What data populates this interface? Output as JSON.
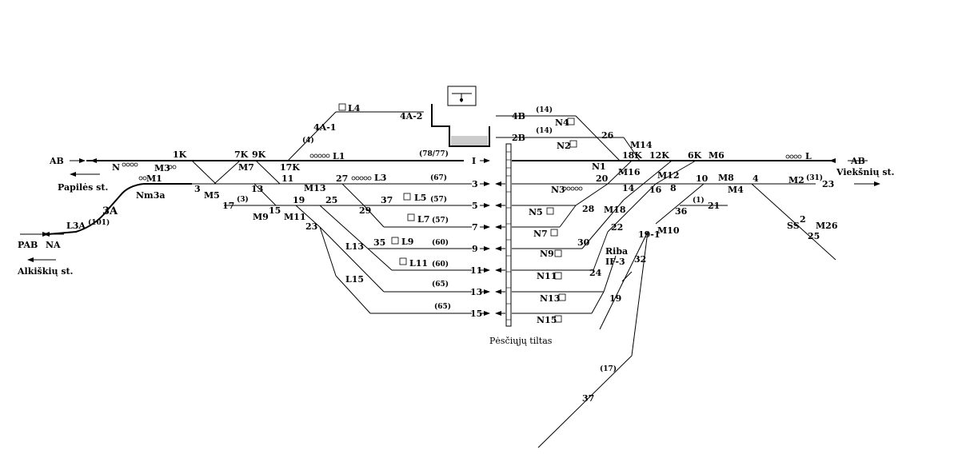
{
  "ends": {
    "ab_left": "AB",
    "ab_right": "AB",
    "pab": "PAB",
    "papiles": "Papilės st.",
    "alkiskiu": "Alkiškių st.",
    "vieksniu": "Viekšnių st."
  },
  "tracks": {
    "t_I": "I",
    "t_3": "3",
    "t_5": "5",
    "t_7": "7",
    "t_9": "9",
    "t_11": "11",
    "t_13": "13",
    "t_15": "15",
    "t_17": "17",
    "t_4A1": "4A-1",
    "t_4A2": "4A-2",
    "t_4B": "4B",
    "t_2B": "2B",
    "t_23": "23",
    "t_21": "21"
  },
  "capacities": {
    "c_7877": "(78/77)",
    "c_67": "(67)",
    "c_57a": "(57)",
    "c_57b": "(57)",
    "c_60a": "(60)",
    "c_60b": "(60)",
    "c_65a": "(65)",
    "c_65b": "(65)",
    "c_4": "(4)",
    "c_3": "(3)",
    "c_14a": "(14)",
    "c_14b": "(14)",
    "c_31": "(31)",
    "c_1": "(1)",
    "c_101": "(101)",
    "c_17": "(17)"
  },
  "signals": {
    "s_N": "N",
    "s_M3": "M3",
    "s_M1": "M1",
    "s_Nm3a": "Nm3a",
    "s_L3A": "L3A",
    "s_NA": "NA",
    "s_3A": "3A",
    "s_M5": "M5",
    "s_M7": "M7",
    "s_L1": "L1",
    "s_L4": "L4",
    "s_M9": "M9",
    "s_M11": "M11",
    "s_M13": "M13",
    "s_L3": "L3",
    "s_L5": "L5",
    "s_L7": "L7",
    "s_L9": "L9",
    "s_L11": "L11",
    "s_L13": "L13",
    "s_L15": "L15",
    "s_N1": "N1",
    "s_N2": "N2",
    "s_N3": "N3",
    "s_N4": "N4",
    "s_N5": "N5",
    "s_N7": "N7",
    "s_N9": "N9",
    "s_N11": "N11",
    "s_N13": "N13",
    "s_N15": "N15",
    "s_M14": "M14",
    "s_M16": "M16",
    "s_M12": "M12",
    "s_M6": "M6",
    "s_M8": "M8",
    "s_M4": "M4",
    "s_M2": "M2",
    "s_M10": "M10",
    "s_M18": "M18",
    "s_M26": "M26",
    "s_L": "L",
    "s_SS": "SS"
  },
  "switches": {
    "w_1K": "1K",
    "w_7K": "7K",
    "w_9K": "9K",
    "w_17K": "17K",
    "w_18K": "18K",
    "w_12K": "12K",
    "w_6K": "6K",
    "w_3": "3",
    "w_11": "11",
    "w_13": "13",
    "w_15": "15",
    "w_19": "19",
    "w_25": "25",
    "w_27": "27",
    "w_29": "29",
    "w_37": "37",
    "w_23": "23",
    "w_35": "35",
    "w_26": "26",
    "w_20": "20",
    "w_14": "14",
    "w_16": "16",
    "w_8": "8",
    "w_10": "10",
    "w_4": "4",
    "w_28": "28",
    "w_30": "30",
    "w_22": "22",
    "w_24": "24",
    "w_36": "36",
    "w_191": "19-1",
    "w_32": "32",
    "w_19b": "19",
    "w_37b": "37",
    "w_2": "2",
    "w_25b": "25"
  },
  "riba": {
    "line1": "Riba",
    "line2": "IF-3"
  },
  "bridge": "Pėsčiųjų tiltas"
}
